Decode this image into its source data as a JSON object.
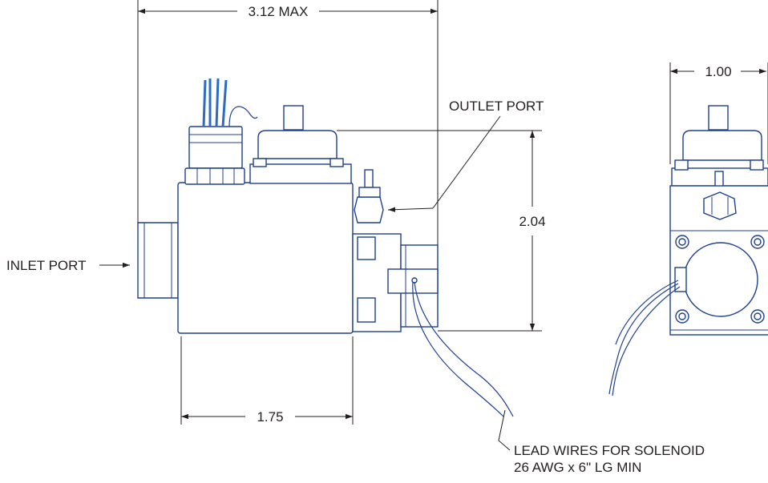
{
  "labels": {
    "overall_length": "3.12 MAX",
    "outlet_port": "OUTLET PORT",
    "height": "2.04",
    "inlet_port": "INLET PORT",
    "body_length": "1.75",
    "side_width": "1.00",
    "lead_wires_line1": "LEAD WIRES FOR SOLENOID",
    "lead_wires_line2": "26 AWG x 6\" LG MIN"
  },
  "colors": {
    "outline": "#1f3f8f",
    "wires": "#2b6cc4",
    "dimension": "#231f20"
  }
}
